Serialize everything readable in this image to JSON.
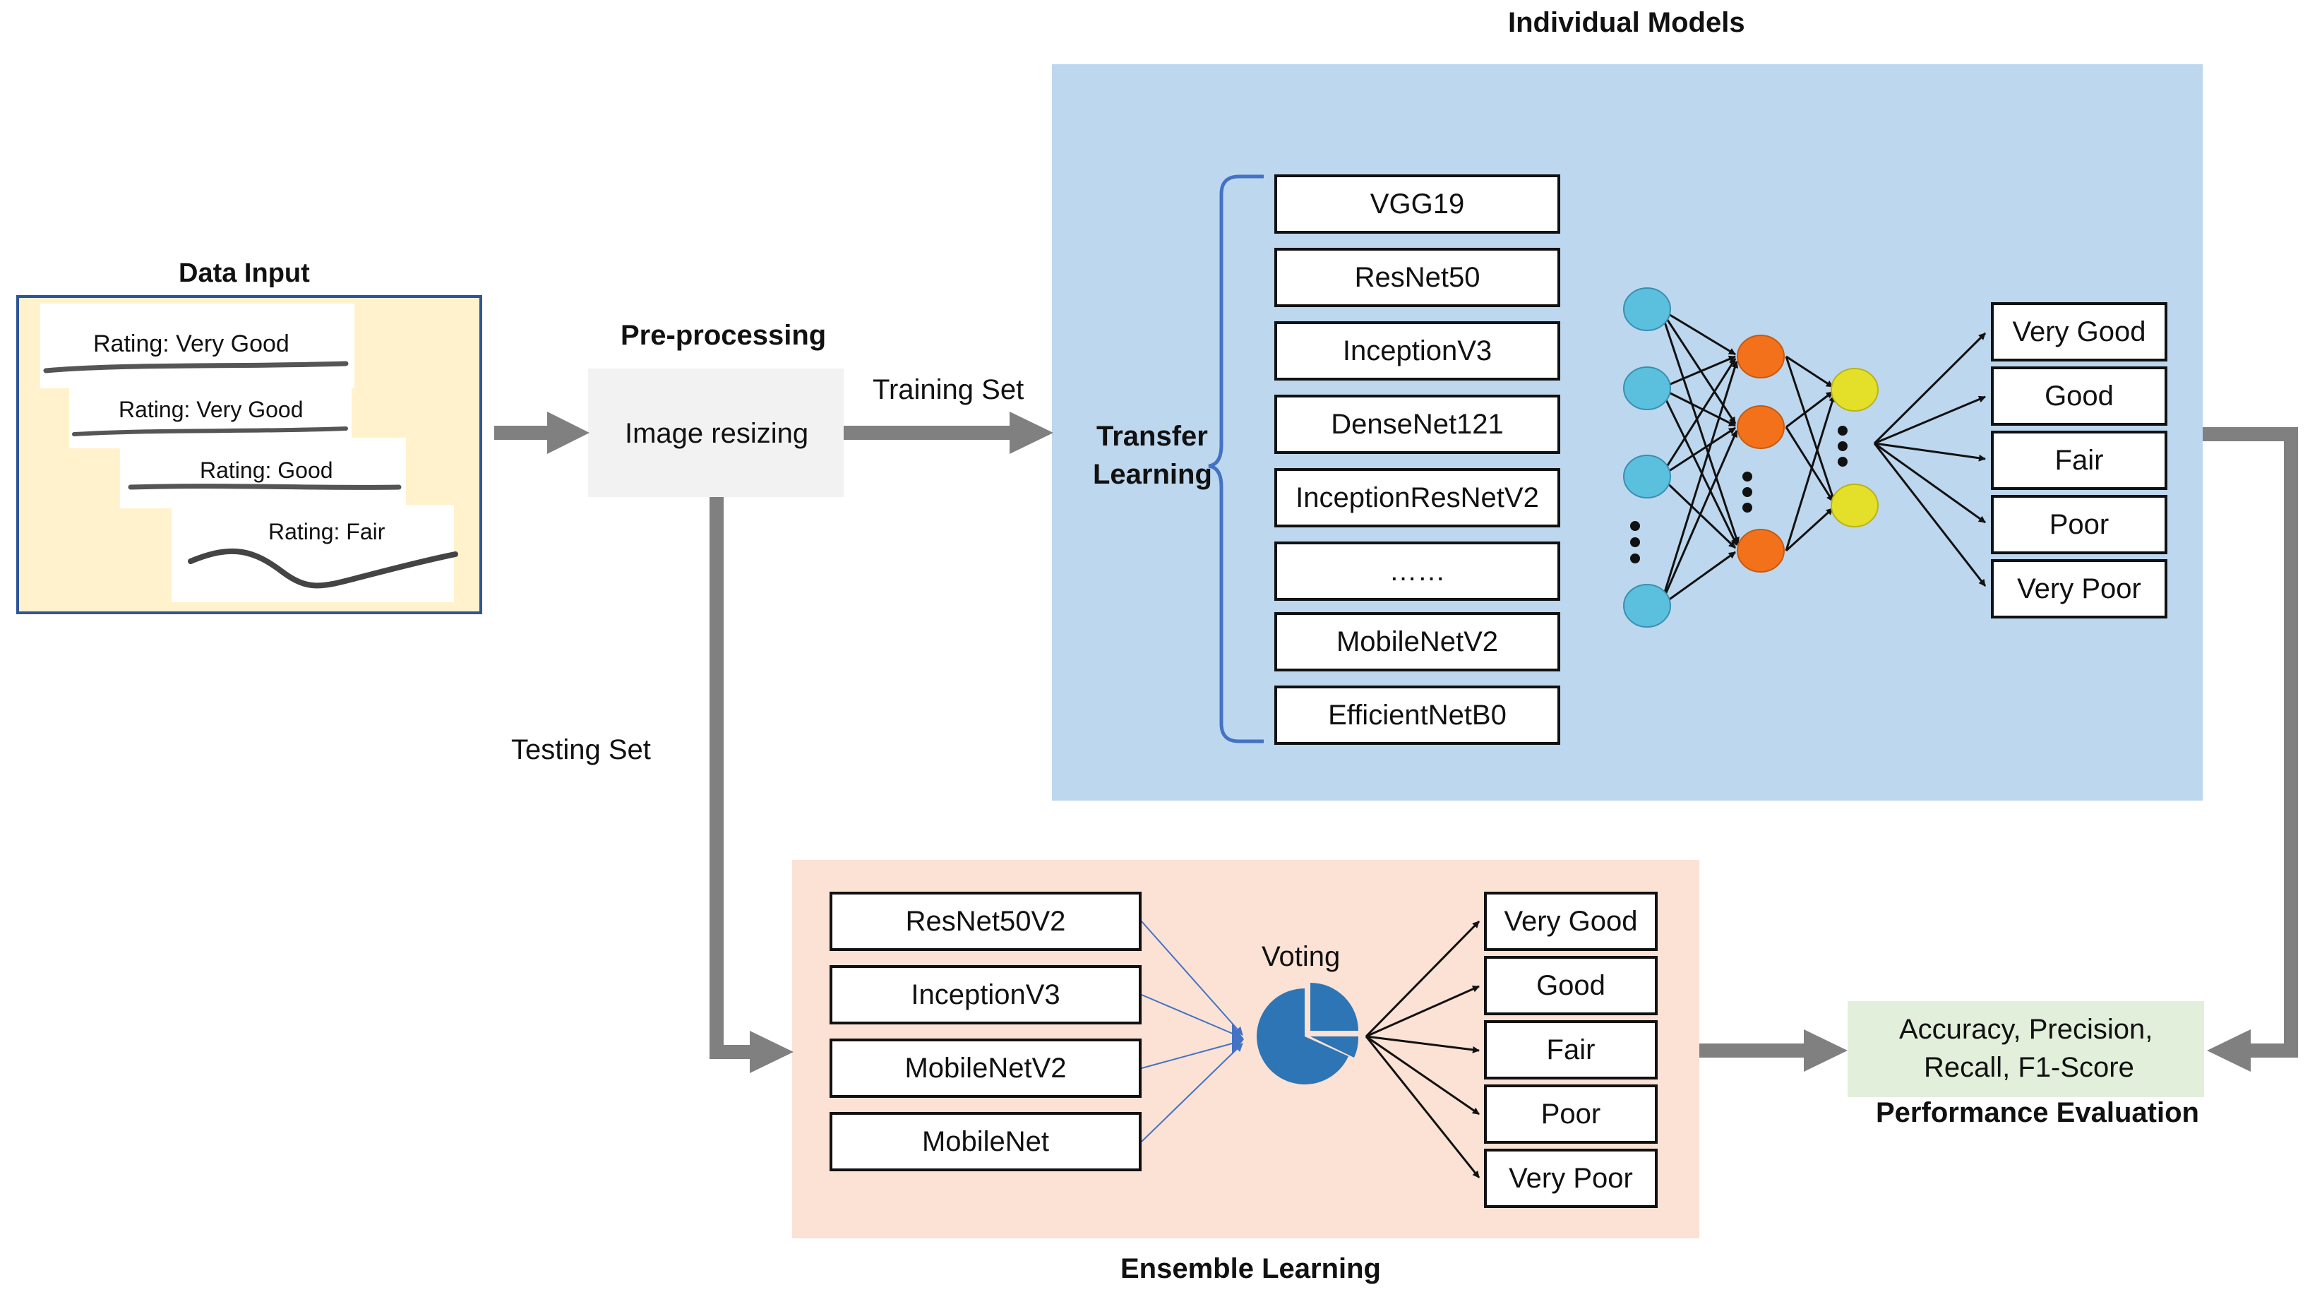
{
  "data_input": {
    "title": "Data Input",
    "samples": [
      "Rating: Very Good",
      "Rating: Very Good",
      "Rating: Good",
      "Rating: Fair"
    ]
  },
  "preprocessing": {
    "title": "Pre-processing",
    "step": "Image resizing"
  },
  "edges": {
    "training": "Training Set",
    "testing": "Testing Set"
  },
  "individual": {
    "title": "Individual Models",
    "transfer_label_1": "Transfer",
    "transfer_label_2": "Learning",
    "models": [
      "VGG19",
      "ResNet50",
      "InceptionV3",
      "DenseNet121",
      "InceptionResNetV2",
      "……",
      "MobileNetV2",
      "EfficientNetB0"
    ],
    "outputs": [
      "Very Good",
      "Good",
      "Fair",
      "Poor",
      "Very Poor"
    ]
  },
  "ensemble": {
    "title": "Ensemble Learning",
    "models": [
      "ResNet50V2",
      "InceptionV3",
      "MobileNetV2",
      "MobileNet"
    ],
    "voting": "Voting",
    "outputs": [
      "Very Good",
      "Good",
      "Fair",
      "Poor",
      "Very Poor"
    ]
  },
  "evaluation": {
    "metrics_line1": "Accuracy, Precision,",
    "metrics_line2": "Recall, F1-Score",
    "title": "Performance Evaluation"
  },
  "colors": {
    "individual_panel": "#bdd7ee",
    "ensemble_panel": "#fbe2d5",
    "evaluation_panel": "#e2efda",
    "data_input_panel": "#fff2cc",
    "preprocess_box": "#f2f2f2",
    "arrow": "#808080",
    "input_node": "#5bc0de",
    "hidden_node": "#f4711c",
    "output_node": "#e4e02a",
    "pie": "#2e75b6",
    "brace": "#4472c4"
  }
}
